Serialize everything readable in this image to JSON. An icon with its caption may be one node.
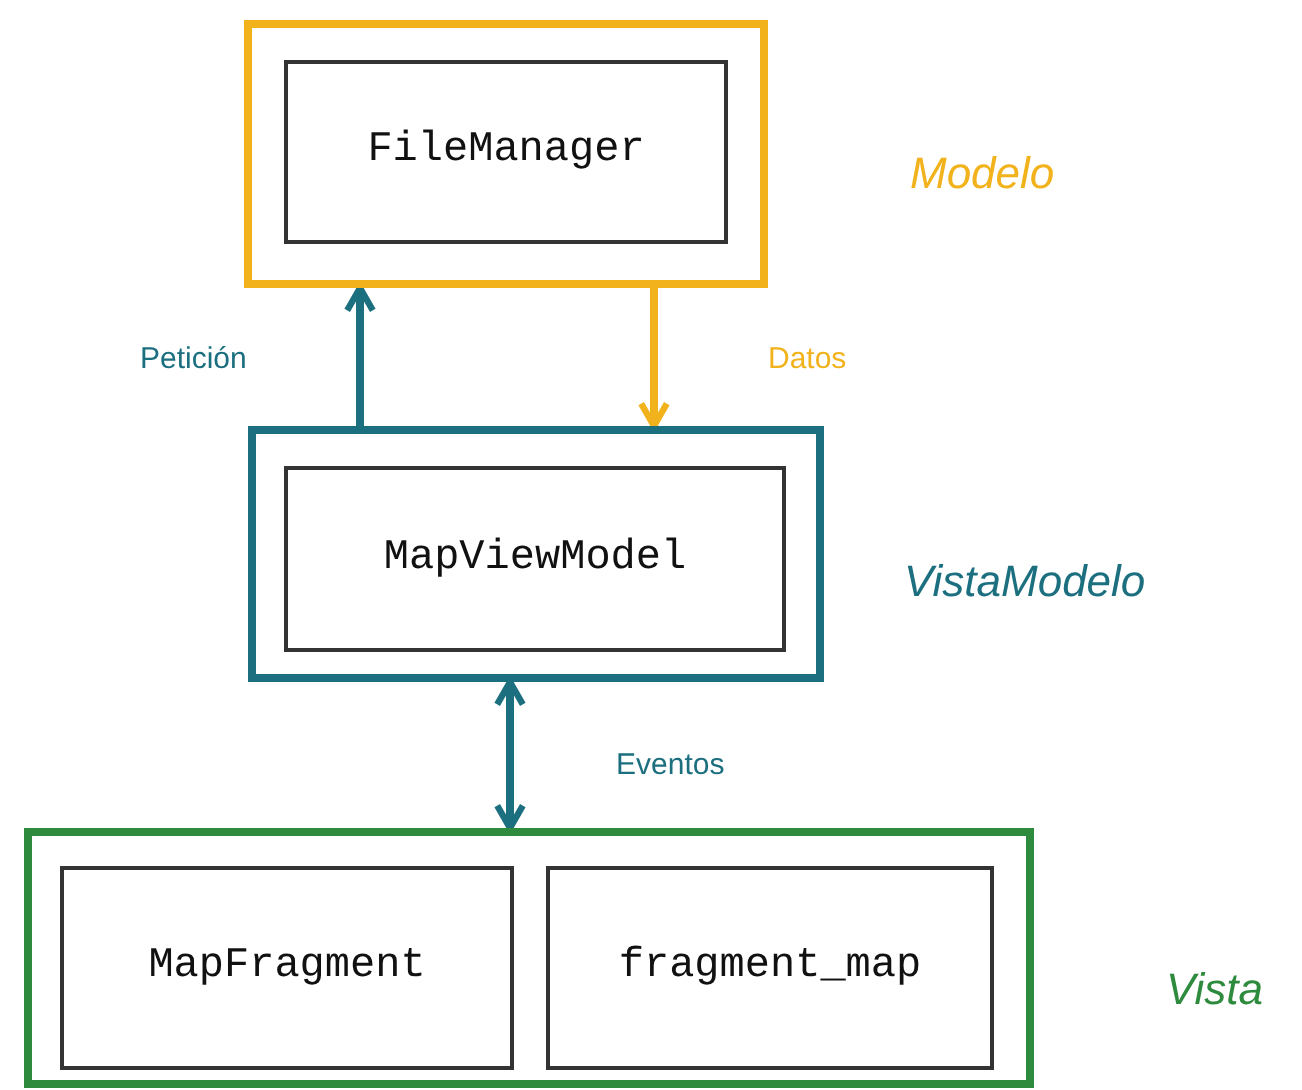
{
  "diagram": {
    "nodes": [
      {
        "text": [],
        "shape": "box",
        "beside": [
          "Modelo"
        ]
      },
      {
        "text": [
          "FileManager"
        ],
        "in": 0
      },
      {
        "text": [],
        "shape": "box",
        "beside": [
          "VistaModelo"
        ]
      },
      {
        "text": [
          "MapViewModel"
        ],
        "in": 2
      },
      {
        "text": [],
        "shape": "box",
        "beside": [
          "Vista"
        ]
      },
      {
        "text": [
          "MapFragment"
        ],
        "in": 4
      },
      {
        "text": [
          "fragment_map"
        ],
        "in": 4
      }
    ],
    "edges": [
      {
        "from": 2,
        "to": 0,
        "arrow": "to",
        "label": "Petición",
        "color": "#1b6f7f"
      },
      {
        "from": 0,
        "to": 2,
        "arrow": "to",
        "label": "Datos",
        "color": "#f2b21b"
      },
      {
        "from": 2,
        "to": 4,
        "arrow": "both",
        "label": "Eventos",
        "color": "#1b6f7f"
      }
    ]
  }
}
